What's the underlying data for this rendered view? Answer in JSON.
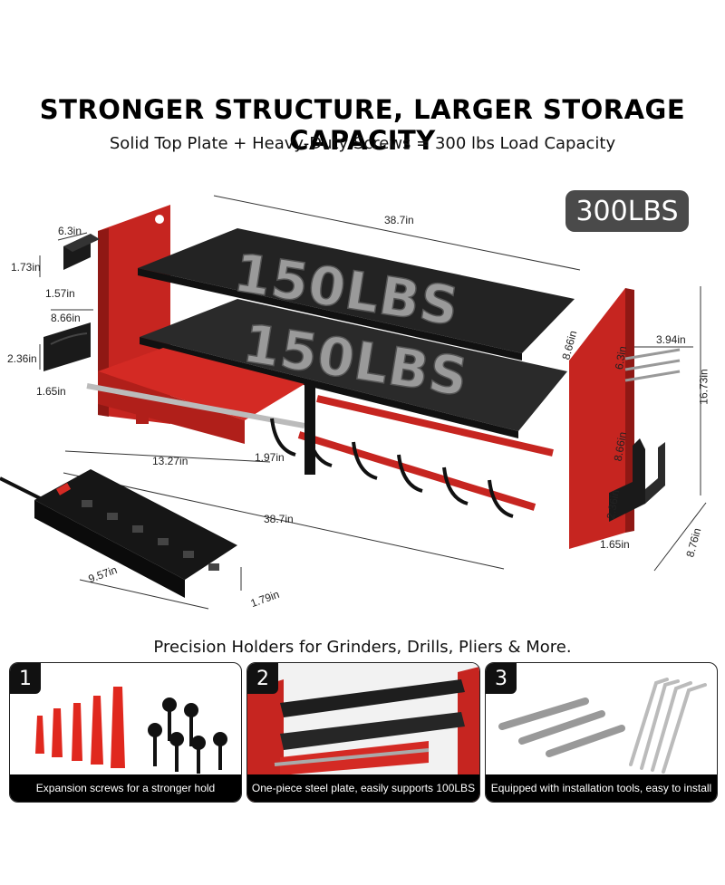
{
  "header": {
    "headline": "STRONGER STRUCTURE, LARGER STORAGE CAPACITY",
    "subline": "Solid Top Plate + Heavy-Duty Screws = 300 lbs Load Capacity"
  },
  "badge": {
    "label": "300LBS"
  },
  "shelves": {
    "top_load": "150LBS",
    "middle_load": "150LBS"
  },
  "dimensions": {
    "top_width": "38.7in",
    "small_holder_width": "6.3in",
    "small_holder_height": "1.73in",
    "small_holder_depth": "1.57in",
    "grinder_holder_width": "8.66in",
    "grinder_holder_height": "2.36in",
    "grinder_holder_depth": "1.65in",
    "shelf_depth": "8.66in",
    "hook_width": "3.94in",
    "hook_label": "6.3in",
    "total_height": "16.73in",
    "drawer_width": "13.27in",
    "drawer_height": "1.97in",
    "right_holder_width": "8.66in",
    "right_holder_height": "2.36in",
    "right_holder_depth": "1.65in",
    "bottom_width": "38.7in",
    "total_depth": "8.76in",
    "strip_length": "9.57in",
    "strip_height": "1.79in"
  },
  "section_title": "Precision Holders for Grinders, Drills, Pliers & More.",
  "panels": [
    {
      "number": "1",
      "caption": "Expansion screws for a stronger hold"
    },
    {
      "number": "2",
      "caption": "One-piece steel plate, easily supports 100LBS"
    },
    {
      "number": "3",
      "caption": "Equipped with installation tools, easy to install"
    }
  ],
  "colors": {
    "frame_red": "#d42a24",
    "shelf_black": "#1e1e1e",
    "badge_grey": "#4a4a4a"
  }
}
